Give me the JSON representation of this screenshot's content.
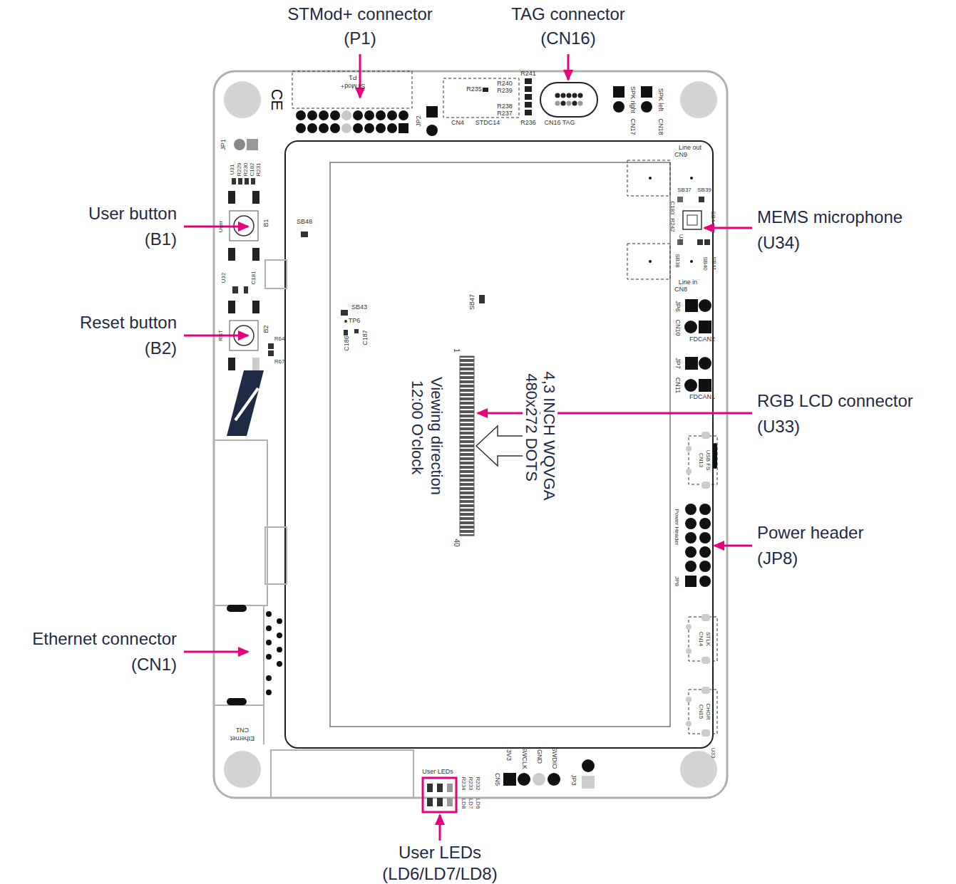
{
  "diagram": {
    "labels": [
      "STMod+ connector",
      "(P1)",
      "TAG connector",
      "(CN16)",
      "User button",
      "(B1)",
      "Reset button",
      "(B2)",
      "Ethernet connector",
      "(CN1)",
      "MEMS microphone",
      "(U34)",
      "RGB LCD connector",
      "(U33)",
      "Power header",
      "(JP8)",
      "User LEDs",
      "(LD6/LD7/LD8)",
      "4,3 INCH WQVGA",
      "480x272 DOTS",
      "Viewing direction",
      "12:00 O'clock",
      "1",
      "40",
      "STMod+",
      "P1",
      "CE",
      "JP2",
      "R241",
      "R240",
      "R235",
      "R239",
      "R238",
      "R237",
      "R236",
      "CN4",
      "STDC14",
      "CN16 TAG",
      "SPK right",
      "CN17",
      "SPK left",
      "CN18",
      "Line out",
      "CN9",
      "SB37",
      "SB39",
      "C183",
      "R242",
      "SB4",
      "U34",
      "SB38",
      "SB40",
      "SB41",
      "Line in",
      "CN8",
      "JP6",
      "CN10",
      "FDCAN2",
      "JP7",
      "CN11",
      "FDCAN1",
      "USB FS",
      "CN13",
      "Power Header",
      "JP8",
      "STLK",
      "CN14",
      "CHGR",
      "CN15",
      "U33",
      "JP1",
      "U31",
      "R229",
      "R230",
      "C182",
      "R231",
      "User",
      "B1",
      "U32",
      "C181",
      "RST",
      "B2",
      "R64",
      "R67",
      "SB48",
      "SB43",
      "TP6",
      "C187",
      "C186",
      "SB47",
      "CN1",
      "Ethernet",
      "User LEDs",
      "R234",
      "LD8",
      "R233",
      "LD7",
      "R232",
      "LD6",
      "CN5",
      "3V3",
      "SWCLK",
      "GND",
      "SWDIO",
      "JP3"
    ]
  }
}
